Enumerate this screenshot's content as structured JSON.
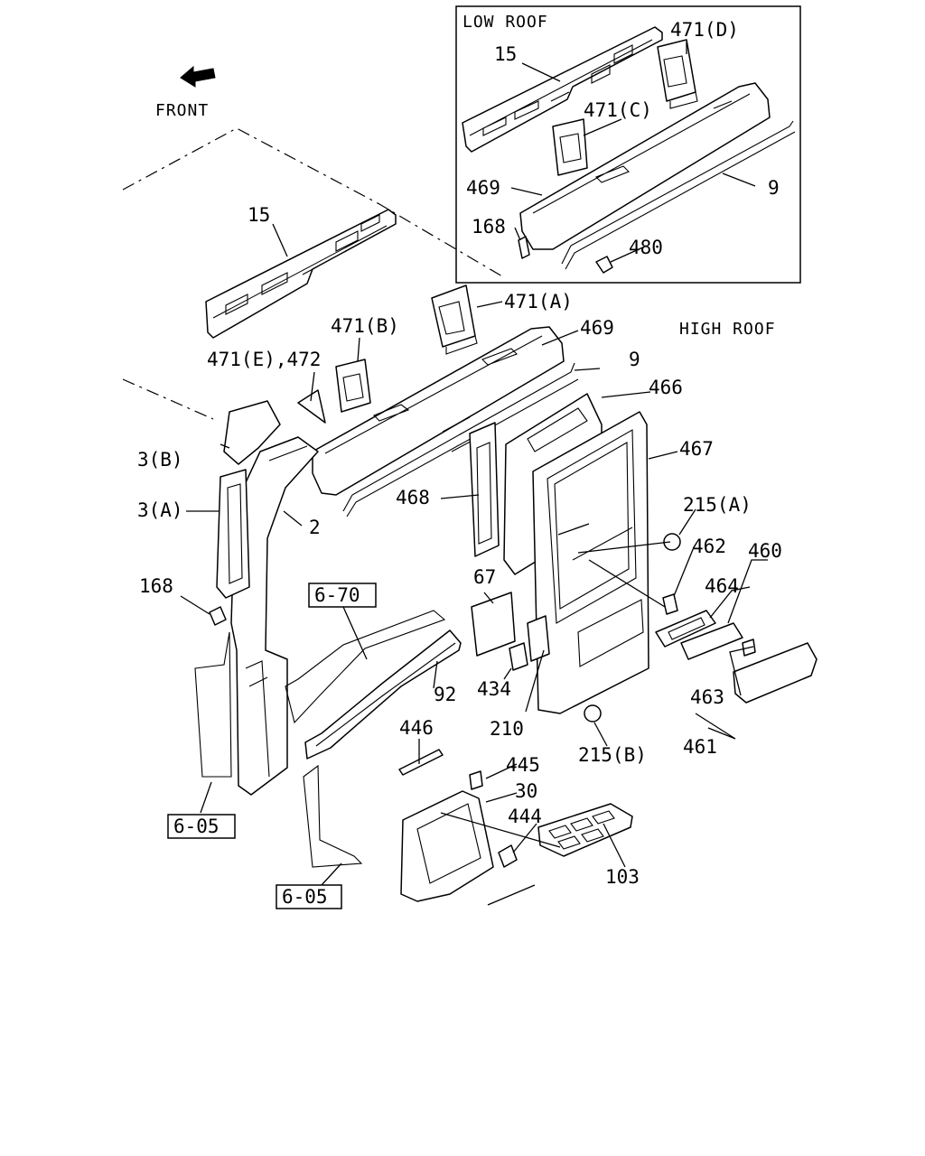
{
  "orientation": {
    "front_label": "FRONT"
  },
  "inset": {
    "title": "LOW ROOF",
    "labels": {
      "p15": "15",
      "p471d": "471(D)",
      "p471c": "471(C)",
      "p469": "469",
      "p9": "9",
      "p168": "168",
      "p480": "480"
    }
  },
  "main": {
    "title": "HIGH ROOF",
    "labels": {
      "p15": "15",
      "p471a": "471(A)",
      "p469": "469",
      "p471b": "471(B)",
      "p9": "9",
      "p471e": "471(E),472",
      "p466": "466",
      "p3b": "3(B)",
      "p467": "467",
      "p468": "468",
      "p3a": "3(A)",
      "p2": "2",
      "p215a": "215(A)",
      "p462": "462",
      "p460": "460",
      "p168": "168",
      "p67": "67",
      "p464": "464",
      "p92": "92",
      "p434": "434",
      "p463": "463",
      "p446": "446",
      "p210": "210",
      "p215b": "215(B)",
      "p461": "461",
      "p445": "445",
      "p30": "30",
      "p444": "444",
      "p103": "103"
    },
    "references": {
      "ref670": "6-70",
      "ref605_left": "6-05",
      "ref605_bottom": "6-05"
    }
  }
}
